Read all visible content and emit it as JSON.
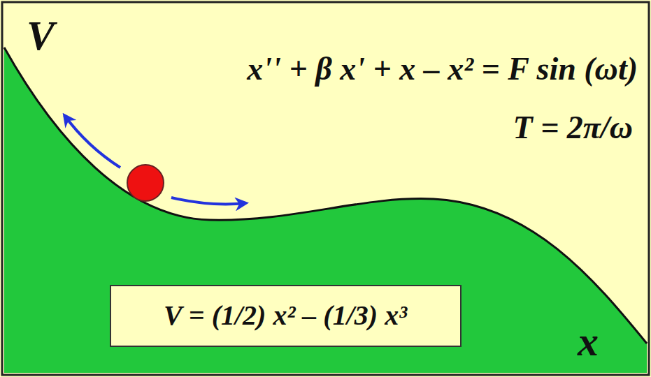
{
  "diagram": {
    "nodes": [
      {
        "text": [
          "V = (1/2) x² – (1/3) x³"
        ]
      }
    ],
    "labels": [
      "V",
      "x'' + β x' + x – x² = F sin (ωt)",
      "T = 2π/ω",
      "x"
    ]
  }
}
